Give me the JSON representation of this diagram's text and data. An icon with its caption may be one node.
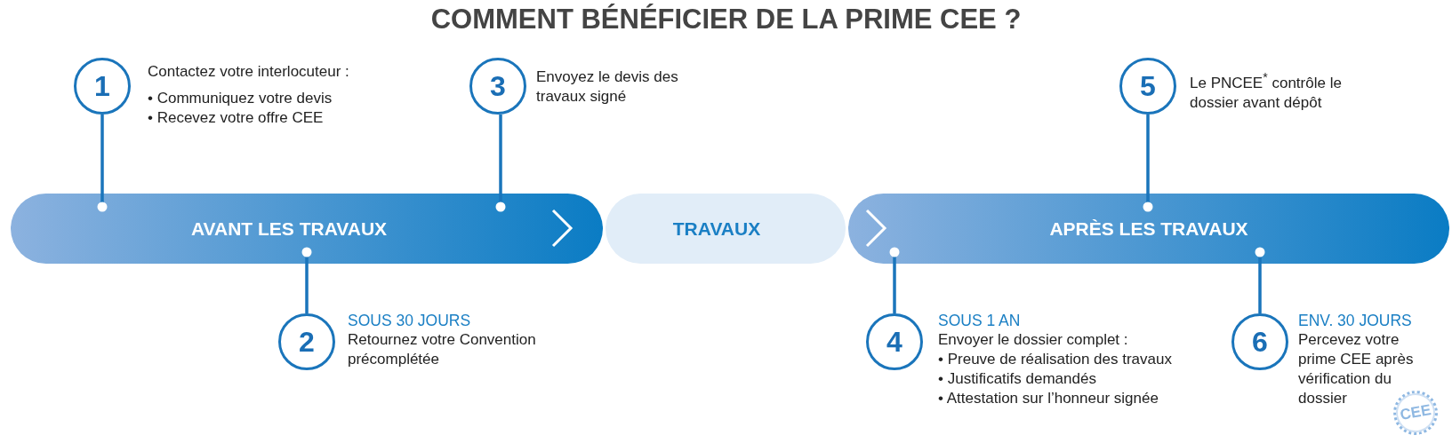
{
  "diagram": {
    "title": "COMMENT BÉNÉFICIER DE LA PRIME CEE ?",
    "nodes": [
      {
        "text": [
          "1"
        ],
        "beside": [
          "Contactez votre interlocuteur :",
          "• Communiquez votre devis",
          "• Recevez votre offre CEE"
        ]
      },
      {
        "text": [
          "3"
        ],
        "beside": [
          "Envoyez le devis des travaux signé"
        ]
      },
      {
        "text": [
          "5"
        ],
        "beside": [
          "Le PNCEE$^{*}$ contrôle le dossier avant dépôt"
        ]
      },
      {
        "text": [
          "AVANT LES TRAVAUX"
        ]
      },
      {
        "text": [
          "TRAVAUX"
        ]
      },
      {
        "text": [
          "APRÈS LES TRAVAUX"
        ]
      },
      {
        "text": [
          "2"
        ],
        "beside": [
          "SOUS 30 JOURS",
          "Retournez votre Convention précomplétée"
        ]
      },
      {
        "text": [
          "4"
        ],
        "beside": [
          "SOUS 1 AN",
          "Envoyer le dossier complet :",
          "• Preuve de réalisation des travaux",
          "• Justificatifs demandés",
          "• Attestation sur l’honneur signée"
        ]
      },
      {
        "text": [
          "6"
        ],
        "beside": [
          "ENV. 30 JOURS",
          "Percevez votre prime CEE après vérification du dossier"
        ]
      }
    ],
    "edges": [
      {
        "from": 0,
        "to": 3,
        "arrow": "other"
      },
      {
        "from": 1,
        "to": 3,
        "arrow": "other"
      },
      {
        "from": 2,
        "to": 5,
        "arrow": "other"
      },
      {
        "from": 6,
        "to": 3,
        "arrow": "other"
      },
      {
        "from": 7,
        "to": 5,
        "arrow": "other"
      },
      {
        "from": 8,
        "to": 5,
        "arrow": "other"
      }
    ],
    "labels": [
      "CEE"
    ]
  }
}
